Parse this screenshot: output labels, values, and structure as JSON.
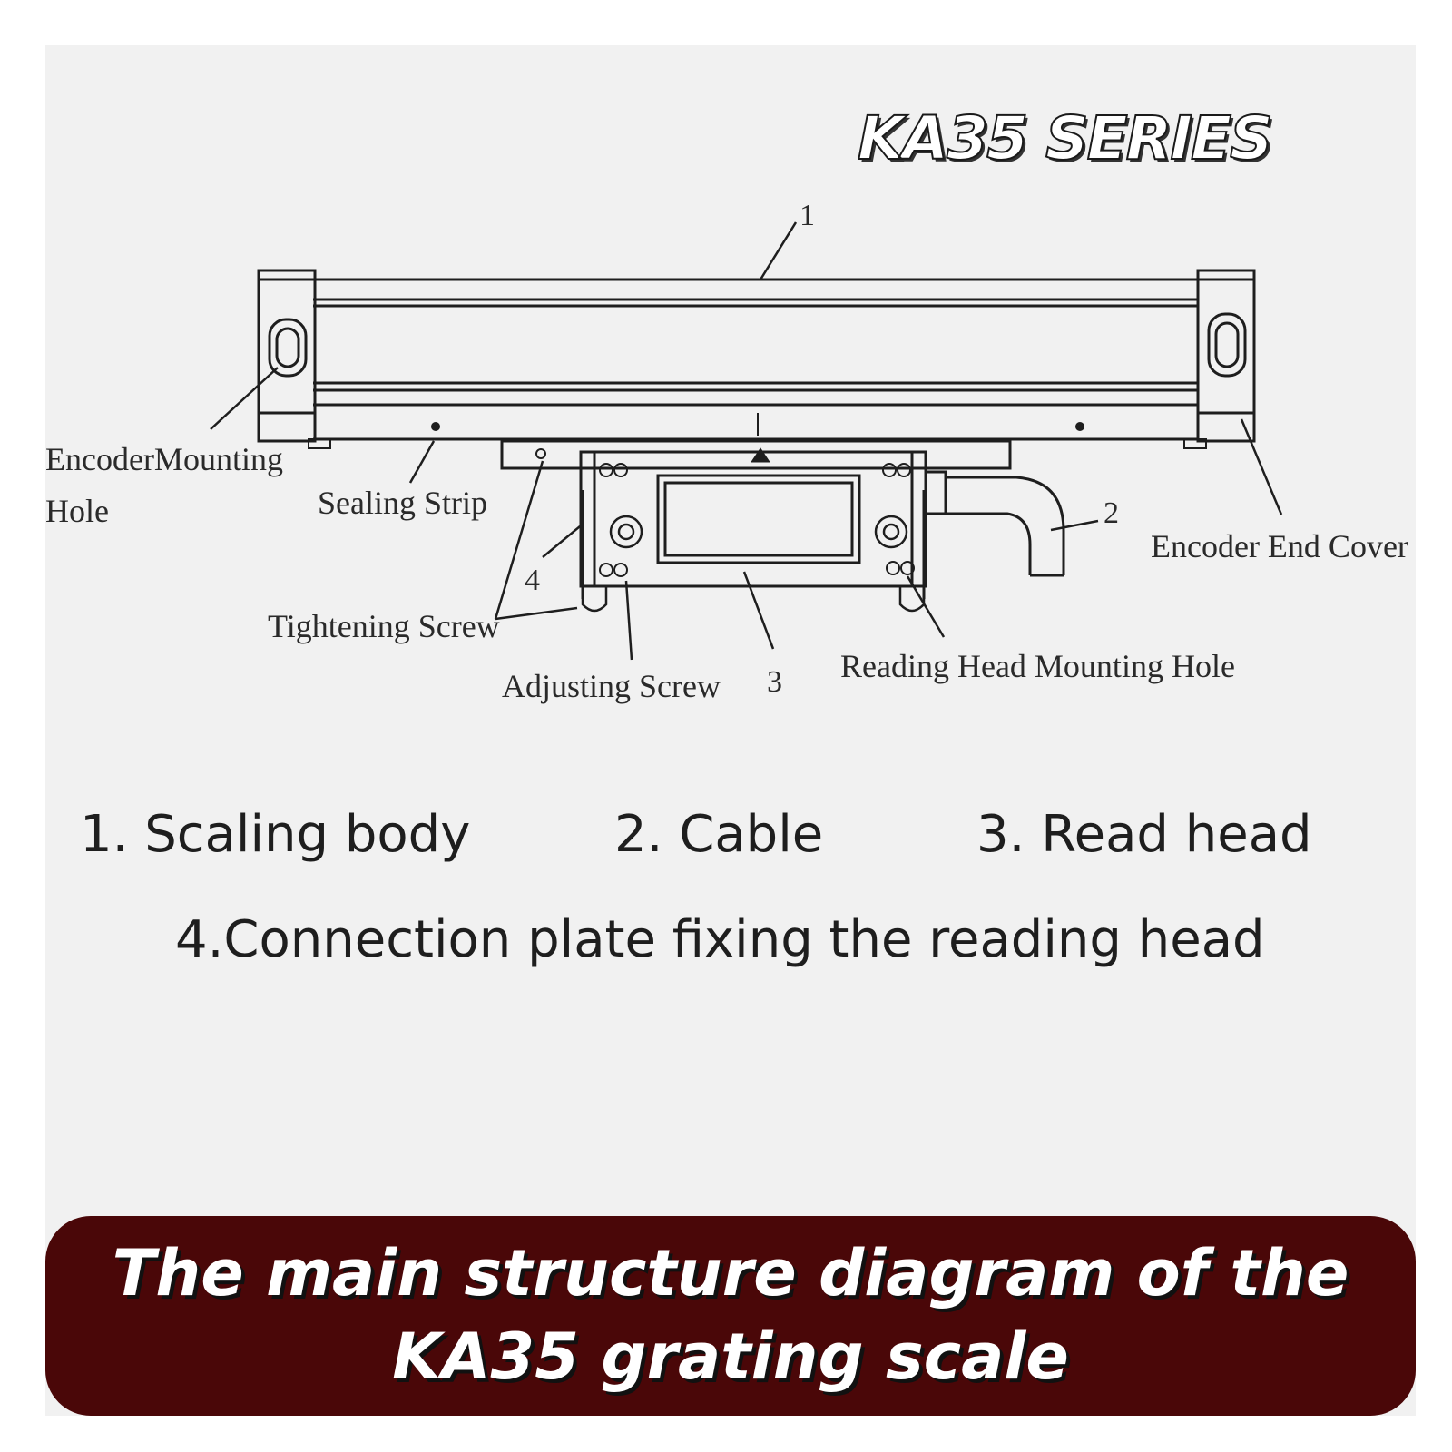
{
  "series_title": "KA35 SERIES",
  "diagram": {
    "labels": {
      "encoder_mounting_hole_line1": "EncoderMounting",
      "encoder_mounting_hole_line2": "Hole",
      "sealing_strip": "Sealing Strip",
      "tightening_screw": "Tightening Screw",
      "adjusting_screw": "Adjusting Screw",
      "reading_head_mounting_hole": "Reading Head Mounting Hole",
      "encoder_end_cover": "Encoder End Cover"
    },
    "numbers": {
      "n1": "1",
      "n2": "2",
      "n3": "3",
      "n4": "4"
    }
  },
  "legend": {
    "item1": "1. Scaling body",
    "item2": "2. Cable",
    "item3": "3. Read head",
    "item4": "4.Connection plate fixing the reading head"
  },
  "caption": {
    "line1": "The main structure diagram of the",
    "line2": "KA35 grating scale"
  },
  "colors": {
    "banner": "#4a0708",
    "panel": "#f1f1f1"
  }
}
